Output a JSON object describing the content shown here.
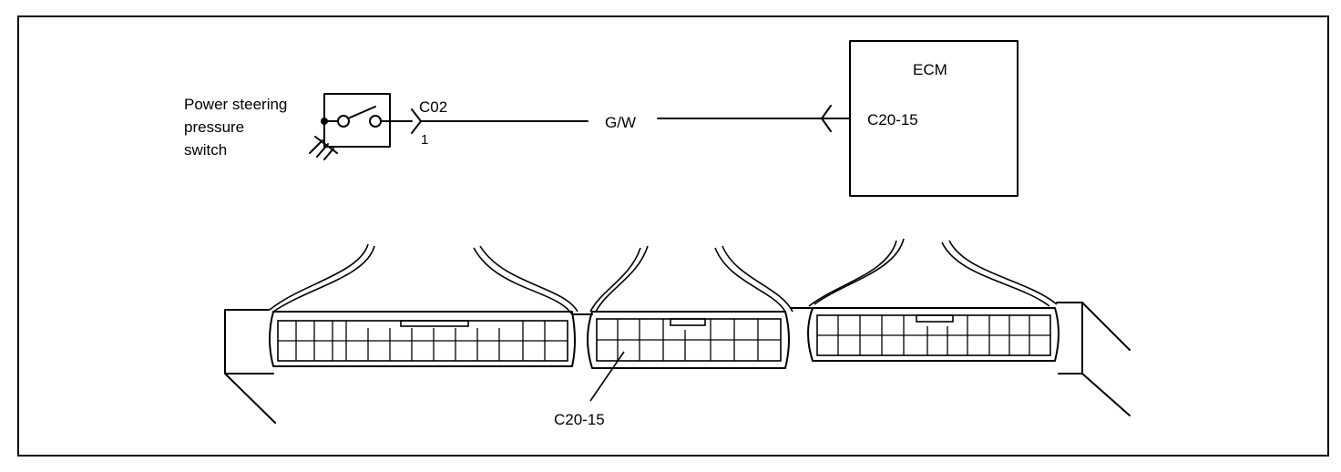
{
  "diagram": {
    "switch_label_lines": [
      "Power steering",
      "pressure",
      "switch"
    ],
    "switch_connector": "C02",
    "switch_pin": "1",
    "wire_color": "G/W",
    "ecm_label": "ECM",
    "ecm_terminal": "C20-15",
    "callout_terminal": "C20-15"
  }
}
